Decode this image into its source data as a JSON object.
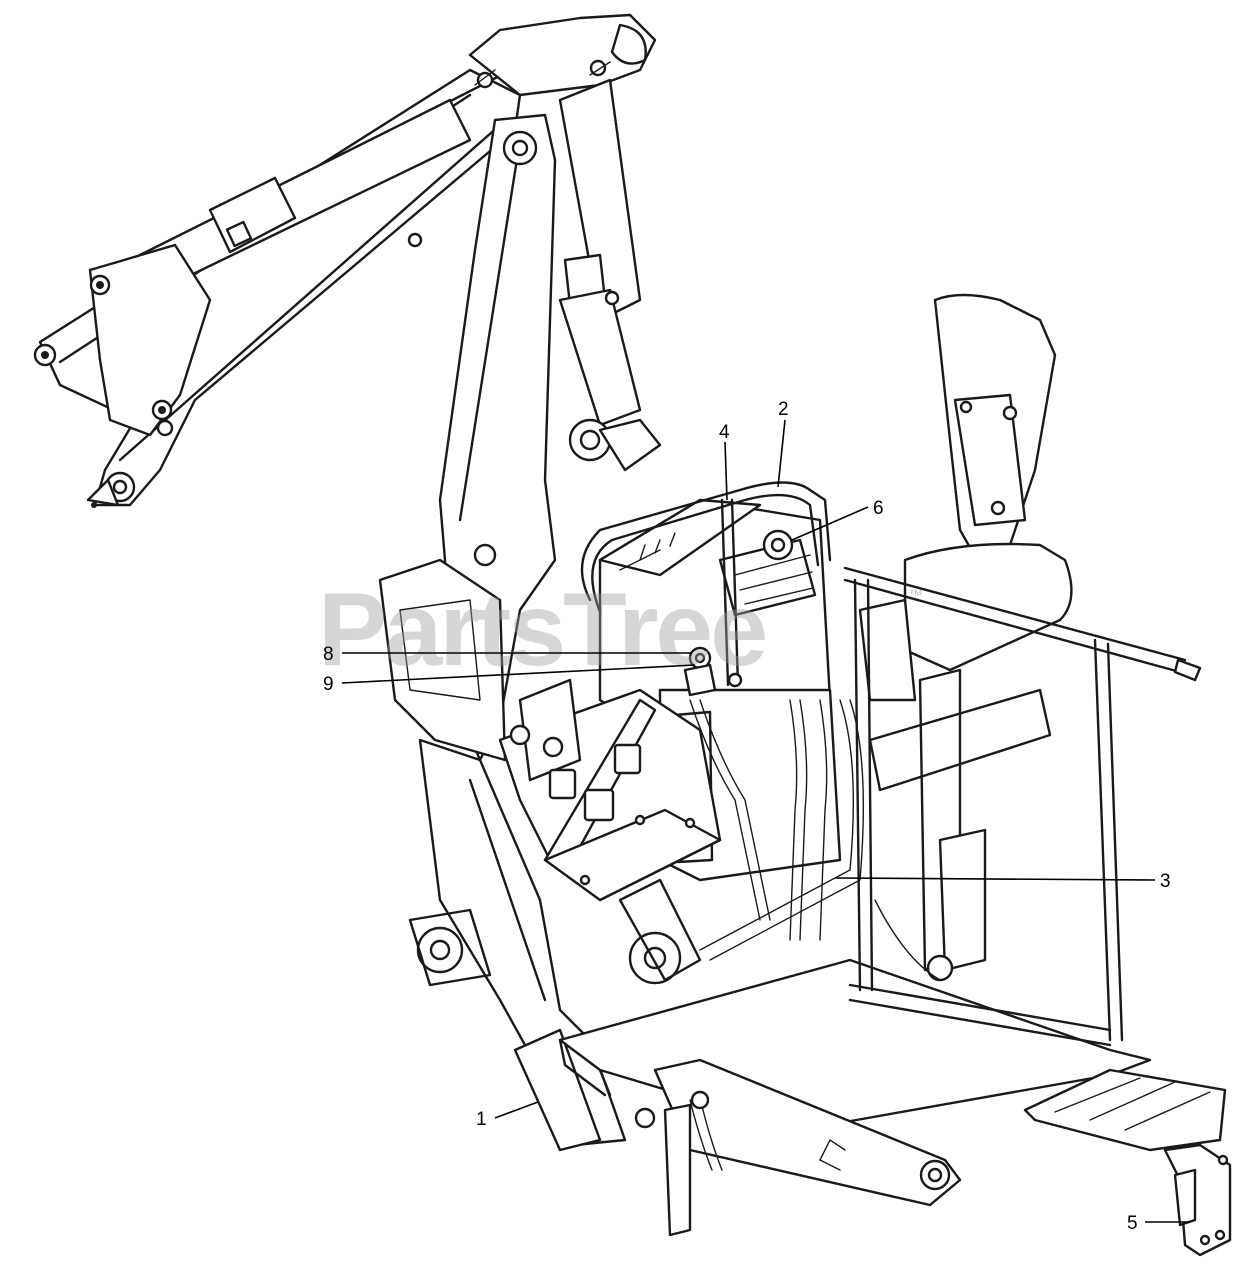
{
  "watermark": {
    "text": "PartsTree",
    "mark": "™"
  },
  "callouts": [
    {
      "id": "c1",
      "label": "1"
    },
    {
      "id": "c2",
      "label": "2"
    },
    {
      "id": "c3",
      "label": "3"
    },
    {
      "id": "c4",
      "label": "4"
    },
    {
      "id": "c5",
      "label": "5"
    },
    {
      "id": "c6",
      "label": "6"
    },
    {
      "id": "c8",
      "label": "8"
    },
    {
      "id": "c9",
      "label": "9"
    }
  ]
}
